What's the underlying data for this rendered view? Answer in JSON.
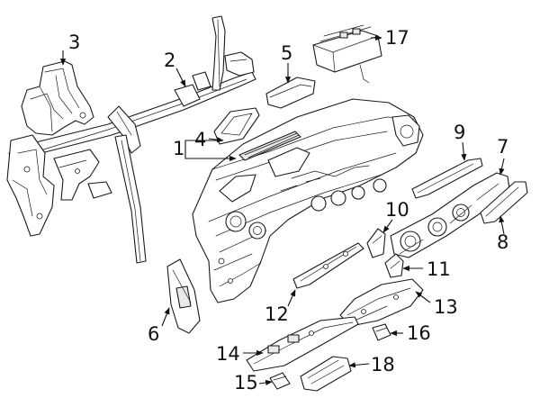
{
  "callouts": {
    "c1": "1",
    "c2": "2",
    "c3": "3",
    "c4": "4",
    "c5": "5",
    "c6": "6",
    "c7": "7",
    "c8": "8",
    "c9": "9",
    "c10": "10",
    "c11": "11",
    "c12": "12",
    "c13": "13",
    "c14": "14",
    "c15": "15",
    "c16": "16",
    "c17": "17",
    "c18": "18"
  },
  "colors": {
    "line": "#1a1a1a",
    "background": "#ffffff",
    "shade": "#e9e9e9"
  }
}
